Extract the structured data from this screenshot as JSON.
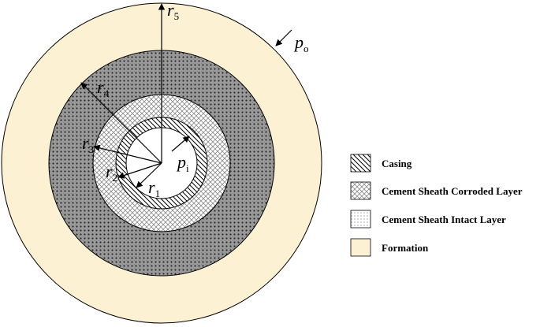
{
  "colors": {
    "formation": "#fdf1d3",
    "corroded_bg": "#9a9a9a",
    "intact_bg": "#ececec",
    "outline": "#000000"
  },
  "labels": {
    "r1": {
      "base": "r",
      "sub": "1"
    },
    "r2": {
      "base": "r",
      "sub": "2"
    },
    "r3": {
      "base": "r",
      "sub": "3"
    },
    "r4": {
      "base": "r",
      "sub": "4"
    },
    "r5": {
      "base": "r",
      "sub": "5"
    },
    "pi": {
      "base": "p",
      "sub": "i"
    },
    "po": {
      "base": "p",
      "sub": "o"
    }
  },
  "legend": [
    {
      "label": "Casing",
      "fill": "casing"
    },
    {
      "label": "Cement Sheath Corroded Layer",
      "fill": "corroded"
    },
    {
      "label": "Cement Sheath Intact Layer",
      "fill": "intact"
    },
    {
      "label": "Formation",
      "fill": "formation"
    }
  ]
}
